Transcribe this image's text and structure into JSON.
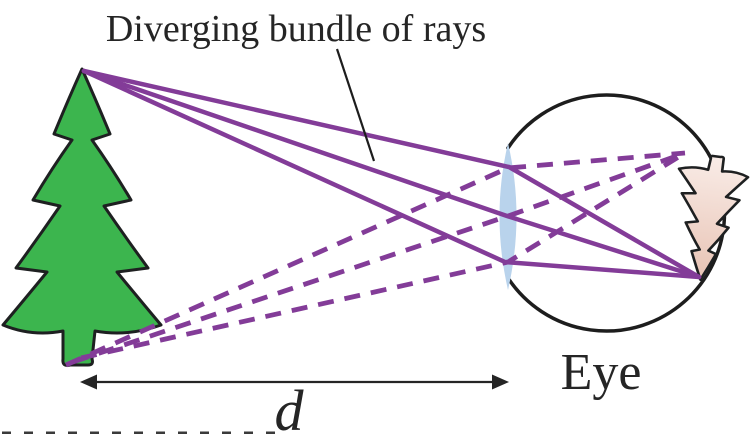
{
  "figure": {
    "title": "Diverging bundle of rays",
    "eye_label": "Eye",
    "distance_label": "d"
  },
  "colors": {
    "ray_purple": "#833c98",
    "tree_green": "#3cb54e",
    "tree_outline": "#1e2021",
    "lens_blue": "#b9d3ec",
    "retina_image_light": "#f9ece7",
    "retina_image_dark": "#e8c3b4",
    "eye_outline": "#1d1d1d",
    "text_color": "#252525",
    "pointer_line": "#1d1d1d",
    "dimension_line": "#252525"
  },
  "diagram": {
    "type": "optics-ray-diagram",
    "object": "tree",
    "solid_ray_count": 3,
    "dashed_ray_count": 3,
    "solid_rays_origin": "top of tree",
    "dashed_rays_origin": "bottom of tree",
    "image_on_retina": "inverted tree"
  }
}
